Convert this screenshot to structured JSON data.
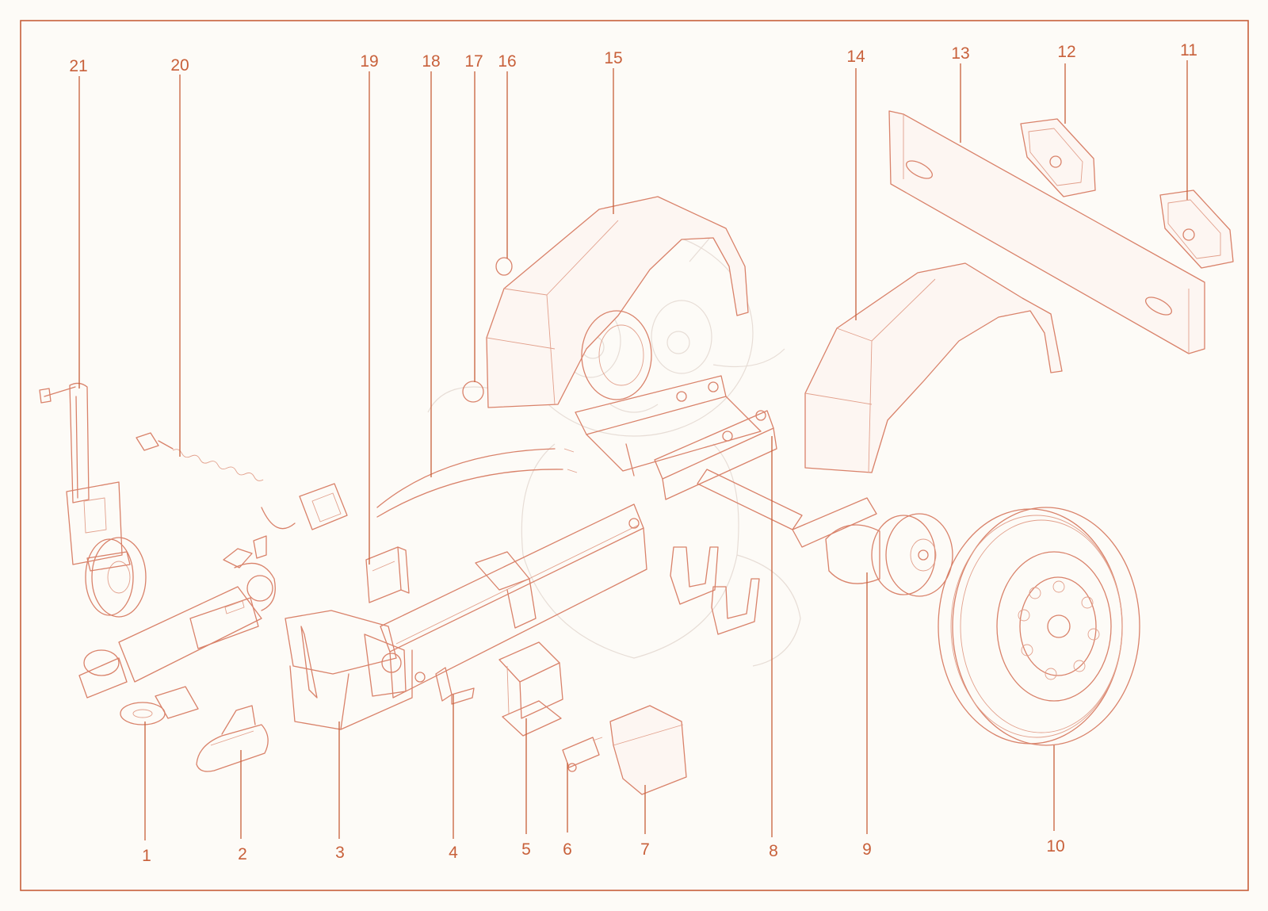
{
  "diagram": {
    "callouts": [
      "1",
      "2",
      "3",
      "4",
      "5",
      "6",
      "7",
      "8",
      "9",
      "10",
      "11",
      "12",
      "13",
      "14",
      "15",
      "16",
      "17",
      "18",
      "19",
      "20",
      "21"
    ]
  },
  "colors": {
    "line": "#c8603a",
    "part": "#d9826a",
    "background": "#fdfbf7"
  }
}
